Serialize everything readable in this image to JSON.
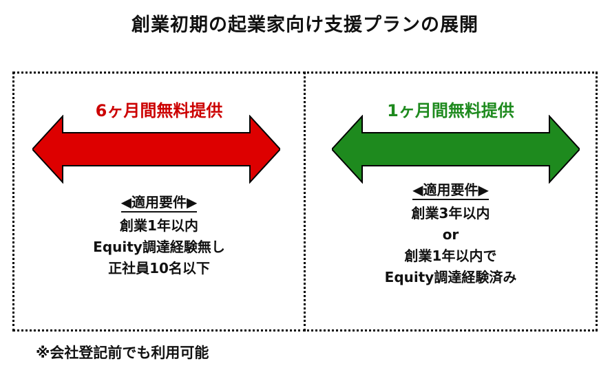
{
  "title": "創業初期の起業家向け支援プランの展開",
  "plans": [
    {
      "label": "6ヶ月間無料提供",
      "color": "#cc0000",
      "requirements_heading": "◀適用要件▶",
      "requirements": [
        "創業1年以内",
        "Equity調達経験無し",
        "正社員10名以下"
      ]
    },
    {
      "label": "1ヶ月間無料提供",
      "color": "#1e8a1e",
      "requirements_heading": "◀適用要件▶",
      "requirements": [
        "創業3年以内",
        "or",
        "創業1年以内で",
        "Equity調達経験済み"
      ]
    }
  ],
  "note": "※会社登記前でも利用可能"
}
